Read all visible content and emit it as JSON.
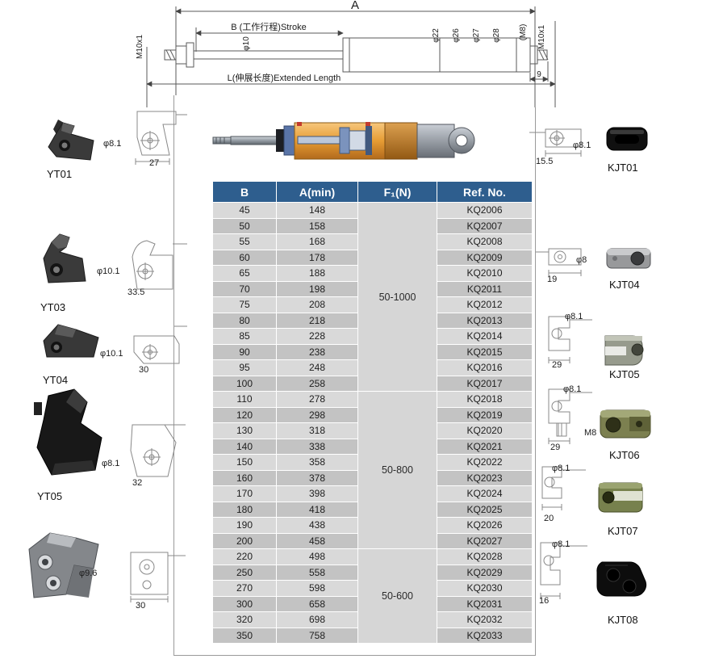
{
  "drawing": {
    "dim_a_label": "A",
    "stroke_label": "B (工作行程)Stroke",
    "extended_label": "L(伸展长度)Extended Length",
    "thread_left": "M10x1",
    "rod_dia": "φ10",
    "body_dia_1": "φ22",
    "body_dia_2": "φ26",
    "body_dia_3": "φ27",
    "body_dia_4": "φ28",
    "thread_m8": "(M8)",
    "thread_right": "M10x1",
    "end_len": "9"
  },
  "left_parts": [
    {
      "id": "YT01",
      "dia": "φ8.1",
      "width": "27"
    },
    {
      "id": "YT03",
      "dia": "φ10.1",
      "width": "33.5"
    },
    {
      "id": "YT04",
      "dia": "φ10.1",
      "width": "30"
    },
    {
      "id": "YT05",
      "dia": "φ8.1",
      "width": "32"
    },
    {
      "id": "",
      "dia": "φ9.6",
      "width": "30"
    }
  ],
  "right_parts": [
    {
      "id": "KJT01",
      "dia": "φ8.1",
      "width": "15.5",
      "extra": ""
    },
    {
      "id": "KJT04",
      "dia": "φ8",
      "width": "19",
      "extra": ""
    },
    {
      "id": "KJT05",
      "dia": "φ8.1",
      "width": "29",
      "extra": ""
    },
    {
      "id": "KJT06",
      "dia": "φ8.1",
      "width": "29",
      "extra": "M8"
    },
    {
      "id": "KJT07",
      "dia": "φ8.1",
      "width": "20",
      "extra": ""
    },
    {
      "id": "KJT08",
      "dia": "φ8.1",
      "width": "16",
      "extra": ""
    }
  ],
  "table": {
    "headers": [
      "B",
      "A(min)",
      "F₁(N)",
      "Ref. No."
    ],
    "groups": [
      {
        "force": "50-1000",
        "rows": [
          [
            "45",
            "148",
            "KQ2006"
          ],
          [
            "50",
            "158",
            "KQ2007"
          ],
          [
            "55",
            "168",
            "KQ2008"
          ],
          [
            "60",
            "178",
            "KQ2009"
          ],
          [
            "65",
            "188",
            "KQ2010"
          ],
          [
            "70",
            "198",
            "KQ2011"
          ],
          [
            "75",
            "208",
            "KQ2012"
          ],
          [
            "80",
            "218",
            "KQ2013"
          ],
          [
            "85",
            "228",
            "KQ2014"
          ],
          [
            "90",
            "238",
            "KQ2015"
          ],
          [
            "95",
            "248",
            "KQ2016"
          ],
          [
            "100",
            "258",
            "KQ2017"
          ]
        ]
      },
      {
        "force": "50-800",
        "rows": [
          [
            "110",
            "278",
            "KQ2018"
          ],
          [
            "120",
            "298",
            "KQ2019"
          ],
          [
            "130",
            "318",
            "KQ2020"
          ],
          [
            "140",
            "338",
            "KQ2021"
          ],
          [
            "150",
            "358",
            "KQ2022"
          ],
          [
            "160",
            "378",
            "KQ2023"
          ],
          [
            "170",
            "398",
            "KQ2024"
          ],
          [
            "180",
            "418",
            "KQ2025"
          ],
          [
            "190",
            "438",
            "KQ2026"
          ],
          [
            "200",
            "458",
            "KQ2027"
          ]
        ]
      },
      {
        "force": "50-600",
        "rows": [
          [
            "220",
            "498",
            "KQ2028"
          ],
          [
            "250",
            "558",
            "KQ2029"
          ],
          [
            "270",
            "598",
            "KQ2030"
          ],
          [
            "300",
            "658",
            "KQ2031"
          ],
          [
            "320",
            "698",
            "KQ2032"
          ],
          [
            "350",
            "758",
            "KQ2033"
          ]
        ]
      }
    ]
  },
  "colors": {
    "header_bg": "#2e5e8e",
    "row_light": "#d9d9d9",
    "row_dark": "#c3c3c3",
    "force_bg": "#d6d6d6"
  }
}
